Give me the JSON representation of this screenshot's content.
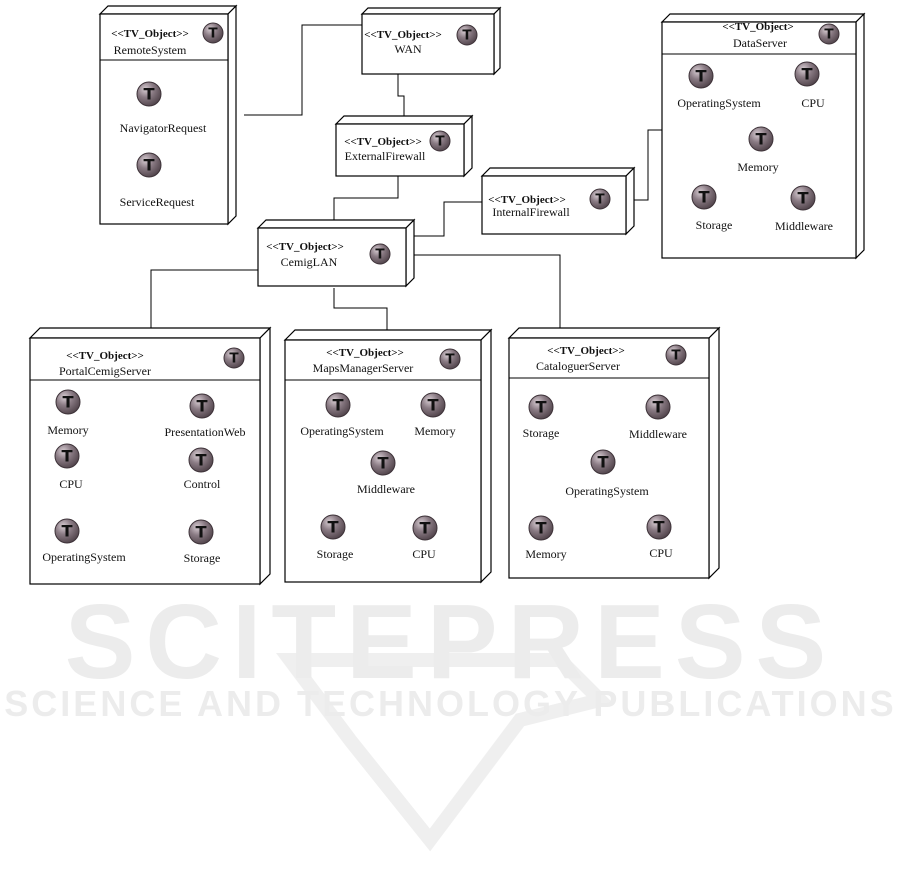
{
  "stereotype": "<<TV_Object>>",
  "stereotype_alt": "<<TV_Object>",
  "icon_letter": "T",
  "colors": {
    "icon_fill": "#6e5f68",
    "icon_highlight": "#d8cdd3",
    "line": "#000000"
  },
  "nodes": {
    "remote_system": {
      "name": "RemoteSystem",
      "artifacts": [
        "NavigatorRequest",
        "ServiceRequest"
      ]
    },
    "wan": {
      "name": "WAN"
    },
    "external_firewall": {
      "name": "ExternalFirewall"
    },
    "internal_firewall": {
      "name": "InternalFirewall"
    },
    "cemig_lan": {
      "name": "CemigLAN"
    },
    "data_server": {
      "name": "DataServer",
      "artifacts": [
        "OperatingSystem",
        "CPU",
        "Memory",
        "Storage",
        "Middleware"
      ]
    },
    "portal_server": {
      "name": "PortalCemigServer",
      "artifacts": [
        "Memory",
        "PresentationWeb",
        "CPU",
        "Control",
        "OperatingSystem",
        "Storage"
      ]
    },
    "maps_server": {
      "name": "MapsManagerServer",
      "artifacts": [
        "OperatingSystem",
        "Memory",
        "Middleware",
        "Storage",
        "CPU"
      ]
    },
    "cataloguer_server": {
      "name": "CataloguerServer",
      "artifacts": [
        "Storage",
        "Middleware",
        "OperatingSystem",
        "Memory",
        "CPU"
      ]
    }
  },
  "watermark": {
    "title": "SCITEPRESS",
    "subtitle": "SCIENCE AND TECHNOLOGY PUBLICATIONS"
  }
}
